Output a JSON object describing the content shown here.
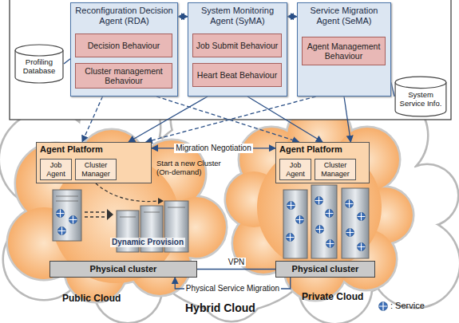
{
  "diagram": {
    "nodes": [
      {
        "text": [
          "Profiling Database"
        ]
      },
      {
        "text": [
          "Reconfiguration Decision Agent (RDA)"
        ]
      },
      {
        "text": [
          "Decision Behaviour"
        ],
        "in": 1
      },
      {
        "text": [
          "Cluster management Behaviour"
        ],
        "in": 1
      },
      {
        "text": [
          "System Monitoring Agent (SyMA)"
        ]
      },
      {
        "text": [
          "Job Submit Behaviour"
        ],
        "in": 4
      },
      {
        "text": [
          "Heart Beat Behaviour"
        ],
        "in": 4
      },
      {
        "text": [
          "Service Migration Agent (SeMA)"
        ]
      },
      {
        "text": [
          "Agent Management Behaviour"
        ],
        "in": 7
      },
      {
        "text": [
          "System Service Info."
        ]
      },
      {
        "text": [
          "Agent Platform"
        ]
      },
      {
        "text": [
          "Job Agent"
        ],
        "in": 10
      },
      {
        "text": [
          "Cluster Manager"
        ],
        "in": 10
      },
      {
        "text": [
          "Agent Platform"
        ]
      },
      {
        "text": [
          "Job Agent"
        ],
        "in": 13
      },
      {
        "text": [
          "Cluster Manager"
        ],
        "in": 13
      },
      {
        "text": [
          "Physical cluster"
        ]
      },
      {
        "text": [
          "Physical cluster"
        ]
      }
    ],
    "edges": [
      {
        "from": 0,
        "to": 1,
        "arrow": "none"
      },
      {
        "from": 1,
        "to": 4,
        "arrow": "both"
      },
      {
        "from": 4,
        "to": 7,
        "arrow": "both"
      },
      {
        "from": 7,
        "to": 9,
        "arrow": "none"
      },
      {
        "from": 1,
        "to": 10,
        "arrow": "to"
      },
      {
        "from": 1,
        "to": 13,
        "arrow": "to"
      },
      {
        "from": 4,
        "to": 10,
        "arrow": "to"
      },
      {
        "from": 4,
        "to": 13,
        "arrow": "to"
      },
      {
        "from": 7,
        "to": 10,
        "arrow": "to"
      },
      {
        "from": 7,
        "to": 13,
        "arrow": "to"
      },
      {
        "from": 10,
        "to": 13,
        "label": "Migration Negotiation",
        "arrow": "both"
      },
      {
        "from": 16,
        "to": 17,
        "label": "VPN",
        "arrow": "none"
      },
      {
        "from": 17,
        "to": 16,
        "label": "Physical Service Migration",
        "arrow": "to"
      }
    ],
    "labels": [
      "Start a new Cluster (On-demand)",
      "Dynamic Provision",
      "Public Cloud",
      "Private Cloud",
      "Hybrid Cloud"
    ],
    "legend": [
      {
        "text": ": Service"
      }
    ]
  }
}
